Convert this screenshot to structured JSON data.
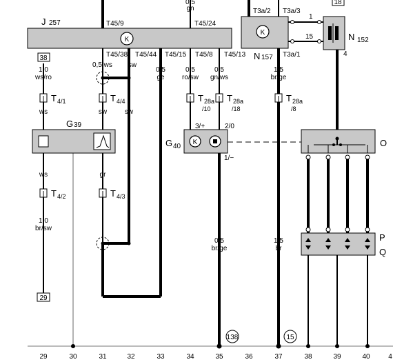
{
  "components": {
    "j257": {
      "id": "J",
      "sub": "257"
    },
    "n157": {
      "id": "N",
      "sub": "157"
    },
    "n152": {
      "id": "N",
      "sub": "152"
    },
    "g39": {
      "id": "G",
      "sub": "39"
    },
    "g40": {
      "id": "G",
      "sub": "40"
    },
    "o": {
      "id": "O"
    },
    "p": {
      "id": "P"
    },
    "q": {
      "id": "Q"
    }
  },
  "pins": {
    "j257_top_1": "T45/9",
    "j257_top_2": "T45/24",
    "j257_bottom": [
      "T45/38",
      "T45/44",
      "T45/15",
      "T45/8",
      "T45/13"
    ],
    "n157_top_1": "T3a/2",
    "n157_top_2": "T3a/3",
    "n157_bottom": "T3a/1",
    "n152_1": "1",
    "n152_15": "15",
    "n152_4": "4",
    "g40_1": "3/+",
    "g40_2": "2/0",
    "g40_3": "1/−"
  },
  "wires": {
    "top_clip_1": "0,5",
    "top_clip_2": "gn",
    "w1_size": "1,0",
    "w1_color": "ws/ro",
    "w2_size": "0,5 ws",
    "w3_color": "sw",
    "w4_size": "0,5",
    "w4_color": "ge",
    "w5_size": "0,5",
    "w5_color": "ro/sw",
    "w6_size": "0,5",
    "w6_color": "gn/ws",
    "w7_size": "1,5",
    "w7_color": "br/ge",
    "w1_lower_color": "ws",
    "w2_lower_color": "sw",
    "w3_lower_color": "sw",
    "w1_bottom_color": "ws",
    "w2_bottom_color": "gr",
    "w1_final_size": "1,0",
    "w1_final_color": "br/sw",
    "w6_final_size": "0,5",
    "w6_final_color": "br/ge",
    "w7_final_size": "1,5",
    "w7_final_color": "br"
  },
  "connectors": {
    "t41": {
      "id": "T",
      "sub": "4/1"
    },
    "t44": {
      "id": "T",
      "sub": "4/4"
    },
    "t42": {
      "id": "T",
      "sub": "4/2"
    },
    "t43": {
      "id": "T",
      "sub": "4/3"
    },
    "t28a_10": {
      "id": "T",
      "sub": "28a",
      "sub2": "/10"
    },
    "t28a_18": {
      "id": "T",
      "sub": "28a",
      "sub2": "/18"
    },
    "t28a_8": {
      "id": "T",
      "sub": "28a",
      "sub2": "/8"
    }
  },
  "references": {
    "ref_top_38": "38",
    "ref_bottom_29": "29",
    "ref_top_18": "18",
    "ref_circle_138": "138",
    "ref_circle_15": "15"
  },
  "track_numbers": [
    "29",
    "30",
    "31",
    "32",
    "33",
    "34",
    "35",
    "36",
    "37",
    "38",
    "39",
    "40",
    "4"
  ]
}
